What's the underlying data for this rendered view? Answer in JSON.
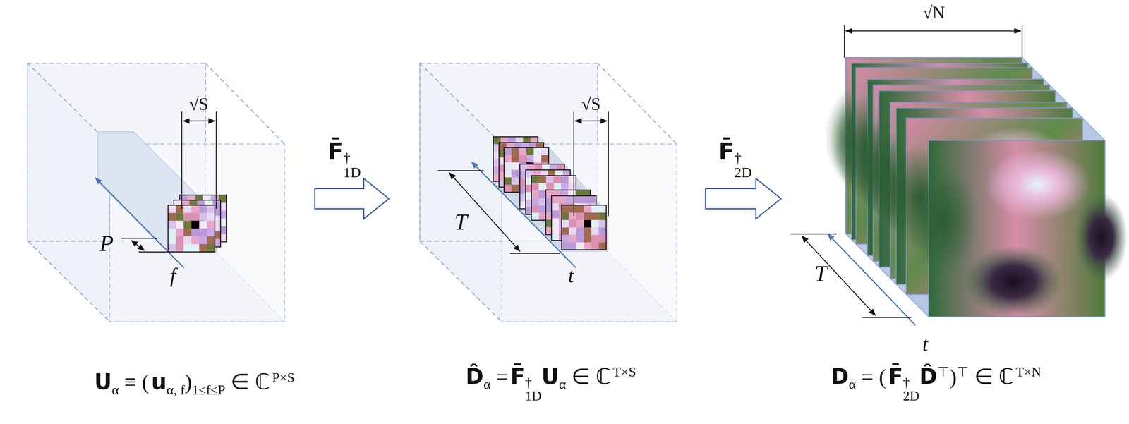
{
  "diagram": {
    "labels": [
      "√S",
      "P",
      "f",
      "U",
      "α",
      "≡ (",
      "u",
      "α, f",
      ")",
      "1≤f≤P",
      "∈ ℂ",
      "P×S",
      "F̄",
      "†",
      "1D",
      "√S",
      "T",
      "t",
      "D̂",
      "α",
      "=",
      "F̄",
      "†",
      "1D",
      "U",
      "α",
      "∈ ℂ",
      "T×S",
      "F̄",
      "†",
      "2D",
      "√N",
      "T",
      "t",
      "D",
      "α",
      "= (",
      "F̄",
      "†",
      "2D",
      "D̂",
      "⊤",
      ")",
      "⊤",
      "∈ ℂ",
      "T×N"
    ]
  }
}
